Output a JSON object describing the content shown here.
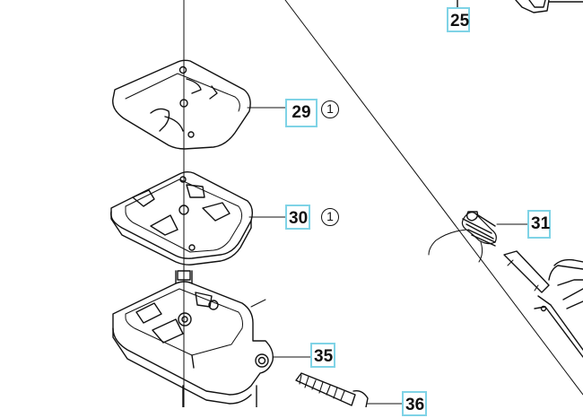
{
  "callouts": {
    "c25": "25",
    "c29": "29",
    "c30": "30",
    "c31": "31",
    "c35": "35",
    "c36": "36"
  },
  "notes": {
    "n29": "1",
    "n30": "1"
  }
}
